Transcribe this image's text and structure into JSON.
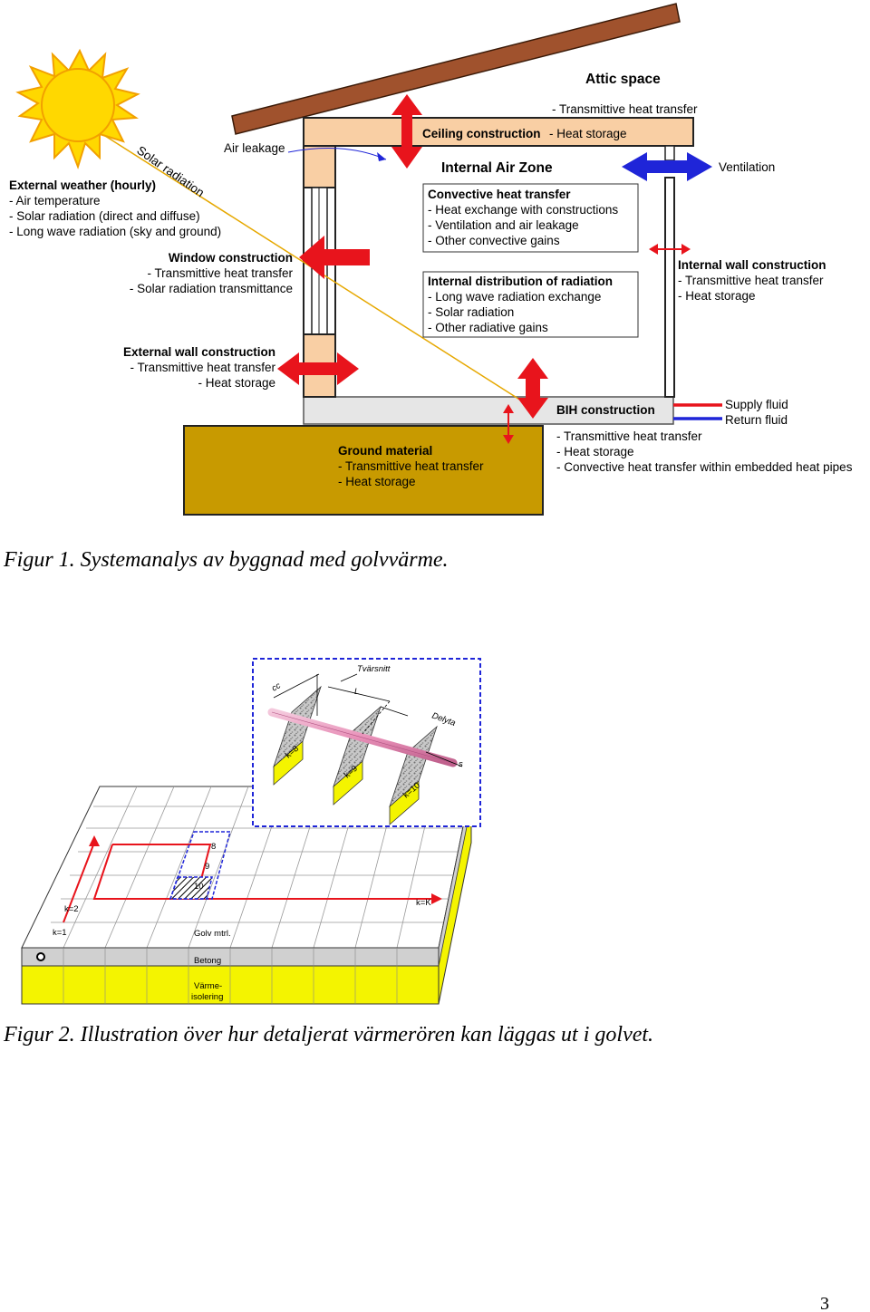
{
  "figure1": {
    "attic_space": "Attic space",
    "attic_transfer": "- Transmittive heat transfer",
    "ceiling_label": "Ceiling construction",
    "ceiling_storage": "- Heat storage",
    "air_leakage": "Air leakage",
    "solar_radiation": "Solar radiation",
    "internal_air_zone": "Internal Air Zone",
    "ventilation": "Ventilation",
    "external_weather": {
      "title": "External weather (hourly)",
      "items": [
        "- Air temperature",
        "- Solar radiation (direct and diffuse)",
        "- Long wave radiation (sky and ground)"
      ]
    },
    "convective": {
      "title": "Convective heat transfer",
      "items": [
        "- Heat exchange with constructions",
        "- Ventilation and air leakage",
        "- Other convective gains"
      ]
    },
    "window": {
      "title": "Window construction",
      "items": [
        "- Transmittive heat transfer",
        "- Solar radiation  transmittance"
      ]
    },
    "radiation": {
      "title": "Internal distribution of radiation",
      "items": [
        "- Long wave radiation exchange",
        "- Solar radiation",
        "- Other radiative gains"
      ]
    },
    "internal_wall": {
      "title": "Internal wall construction",
      "items": [
        "- Transmittive heat transfer",
        "- Heat storage"
      ]
    },
    "external_wall": {
      "title": "External wall construction",
      "items": [
        "- Transmittive heat transfer",
        "- Heat storage"
      ]
    },
    "bih": {
      "title": "BIH construction",
      "items": [
        "- Transmittive heat transfer",
        "- Heat storage",
        "- Convective heat transfer within embedded heat pipes"
      ]
    },
    "supply_fluid": "Supply fluid",
    "return_fluid": "Return fluid",
    "ground": {
      "title": "Ground material",
      "items": [
        "- Transmittive heat transfer",
        "- Heat storage"
      ]
    },
    "caption": "Figur 1. Systemanalys av byggnad med golvvärme."
  },
  "figure2": {
    "tvarsnitt": "Tvärsnitt",
    "cc": "cc",
    "L": "L",
    "delyta": "Delyta",
    "s": "s",
    "k8": "k=8",
    "k9": "k=9",
    "k10": "k=10",
    "n8": "8",
    "n9": "9",
    "n10": "10",
    "k2": "k=2",
    "k1": "k=1",
    "kK": "k=K",
    "golv": "Golv mtrl.",
    "betong": "Betong",
    "varme1": "Värme-",
    "varme2": "isolering",
    "caption": "Figur 2. Illustration över hur detaljerat värmerören kan läggas ut i golvet."
  },
  "page_number": "3",
  "colors": {
    "red": "#e8141c",
    "blue": "#1f25d8",
    "wall": "#f9cfa4",
    "roof": "#a0522d",
    "ground": "#c89a00",
    "sun": "#ffd800",
    "yellow": "#f4f400",
    "slab": "#e6e6e6"
  }
}
